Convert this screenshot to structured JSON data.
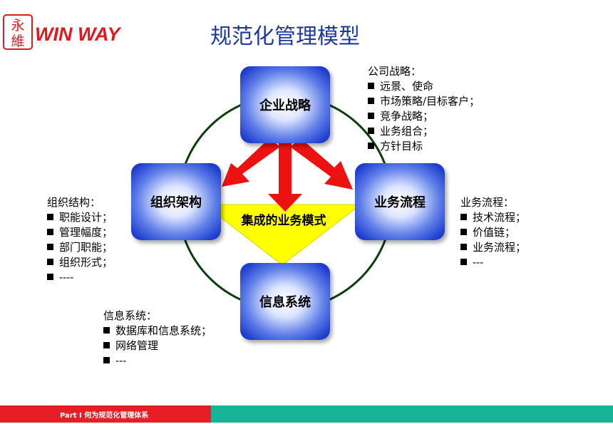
{
  "logo": {
    "seal_text": "永維",
    "brand_text": "WIN WAY",
    "color": "#e0191f"
  },
  "title": "规范化管理模型",
  "nodes": {
    "strategy": "企业战略",
    "org": "组织架构",
    "process": "业务流程",
    "info": "信息系统"
  },
  "center_label": "集成的业务模式",
  "blocks": {
    "strategy": {
      "heading": "公司战略：",
      "items": [
        "远景、使命",
        "市场策略/目标客户；",
        "竞争战略；",
        "业务组合；",
        "方针目标"
      ]
    },
    "org": {
      "heading": "组织结构：",
      "items": [
        "职能设计；",
        "管理幅度；",
        "部门职能；",
        "组织形式；",
        "----"
      ]
    },
    "process": {
      "heading": "业务流程：",
      "items": [
        "技术流程；",
        "价值链；",
        "业务流程；",
        "---"
      ]
    },
    "info": {
      "heading": "信息系统：",
      "items": [
        "数据库和信息系统；",
        "网络管理",
        "---"
      ]
    }
  },
  "footer": {
    "text": "Part I 何为规范化管理体系",
    "left_color": "#e61e25",
    "right_color": "#16b597"
  },
  "colors": {
    "title": "#1f3a9e",
    "arrow": "#ee1111",
    "triangle": "#ffff00",
    "circle": "#0d3d0d",
    "node": "#1f3fcf"
  }
}
